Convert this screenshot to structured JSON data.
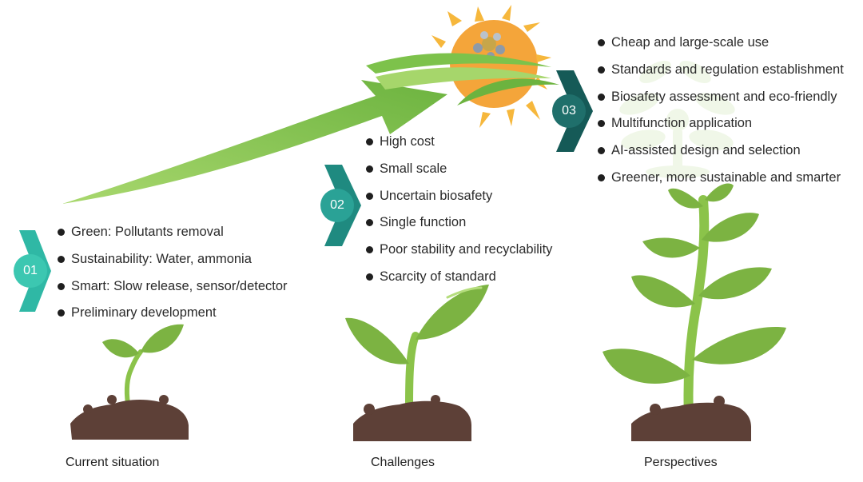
{
  "stages": [
    {
      "number": "01",
      "caption": "Current situation",
      "items": [
        "Green: Pollutants removal",
        "Sustainability: Water, ammonia",
        "Smart: Slow release, sensor/detector",
        "Preliminary development"
      ],
      "color": "#3cc7b1"
    },
    {
      "number": "02",
      "caption": "Challenges",
      "items": [
        "High cost",
        "Small scale",
        "Uncertain biosafety",
        "Single function",
        "Poor stability and recyclability",
        "Scarcity of standard"
      ],
      "color": "#2aa296"
    },
    {
      "number": "03",
      "caption": "Perspectives",
      "items": [
        "Cheap and large-scale use",
        "Standards and regulation establishment",
        "Biosafety assessment and eco-friendly",
        "Multifunction application",
        "AI-assisted design and selection",
        "Greener, more sustainable and smarter"
      ],
      "color": "#1f6f6b"
    }
  ],
  "colors": {
    "leaf": "#7cb342",
    "leaf_light": "#9ccc65",
    "soil": "#5d4037",
    "sun_core": "#f4a53a",
    "sun_ray": "#f6b73c",
    "arrow": "#7dc24b"
  }
}
